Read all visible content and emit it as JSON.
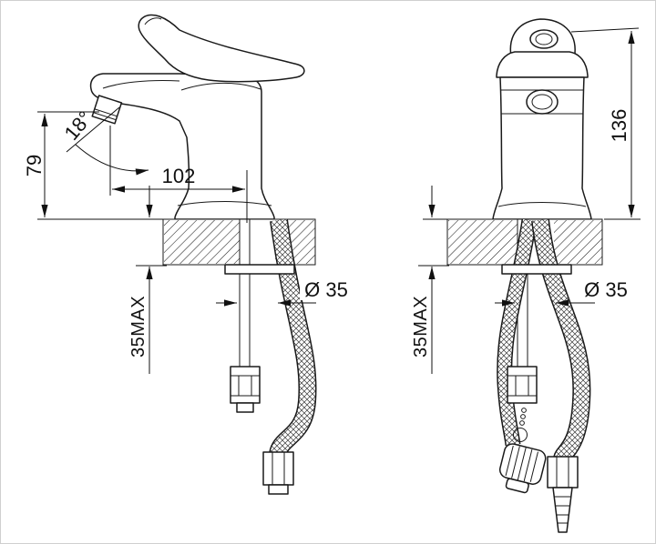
{
  "page": {
    "background": "#ffffff",
    "line_color": "#111111"
  },
  "drawing": {
    "left_view": {
      "dim_spout_height": "79",
      "dim_spout_angle": "18°",
      "dim_spout_reach": "102",
      "dim_deck_thickness": "35MAX",
      "dim_hole_diameter": "Ø 35"
    },
    "right_view": {
      "dim_total_height": "136",
      "dim_deck_thickness": "35MAX",
      "dim_hole_diameter": "Ø 35"
    }
  }
}
